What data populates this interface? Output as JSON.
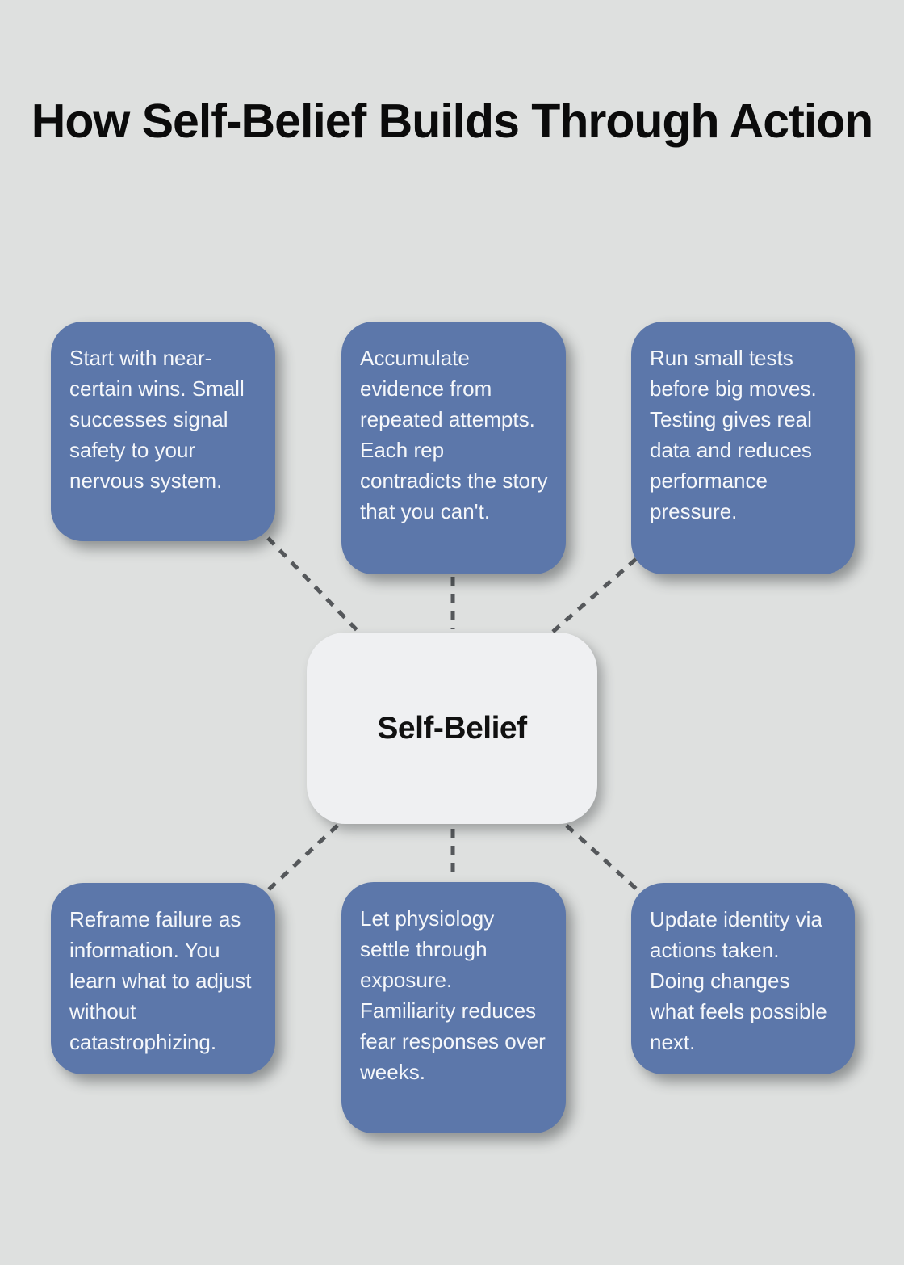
{
  "title": "How Self-Belief Builds Through Action",
  "center": {
    "label": "Self-Belief"
  },
  "branches": [
    {
      "text": "Start with near-certain wins. Small successes signal safety to your nervous system."
    },
    {
      "text": "Accumulate evidence from repeated attempts. Each rep contradicts the story that you can't."
    },
    {
      "text": "Run small tests before big moves. Testing gives real data and reduces performance pressure."
    },
    {
      "text": "Reframe failure as information. You learn what to adjust without catastrophizing."
    },
    {
      "text": "Let physiology settle through exposure. Familiarity reduces fear responses over weeks."
    },
    {
      "text": "Update identity via actions taken. Doing changes what feels possible next."
    }
  ],
  "colors": {
    "background": "#dee0df",
    "branch_fill": "#5c77aa",
    "branch_text": "#f5f7fa",
    "center_fill": "#eff0f2",
    "center_text": "#111111",
    "connector": "#55585b",
    "title_text": "#0b0b0b"
  }
}
